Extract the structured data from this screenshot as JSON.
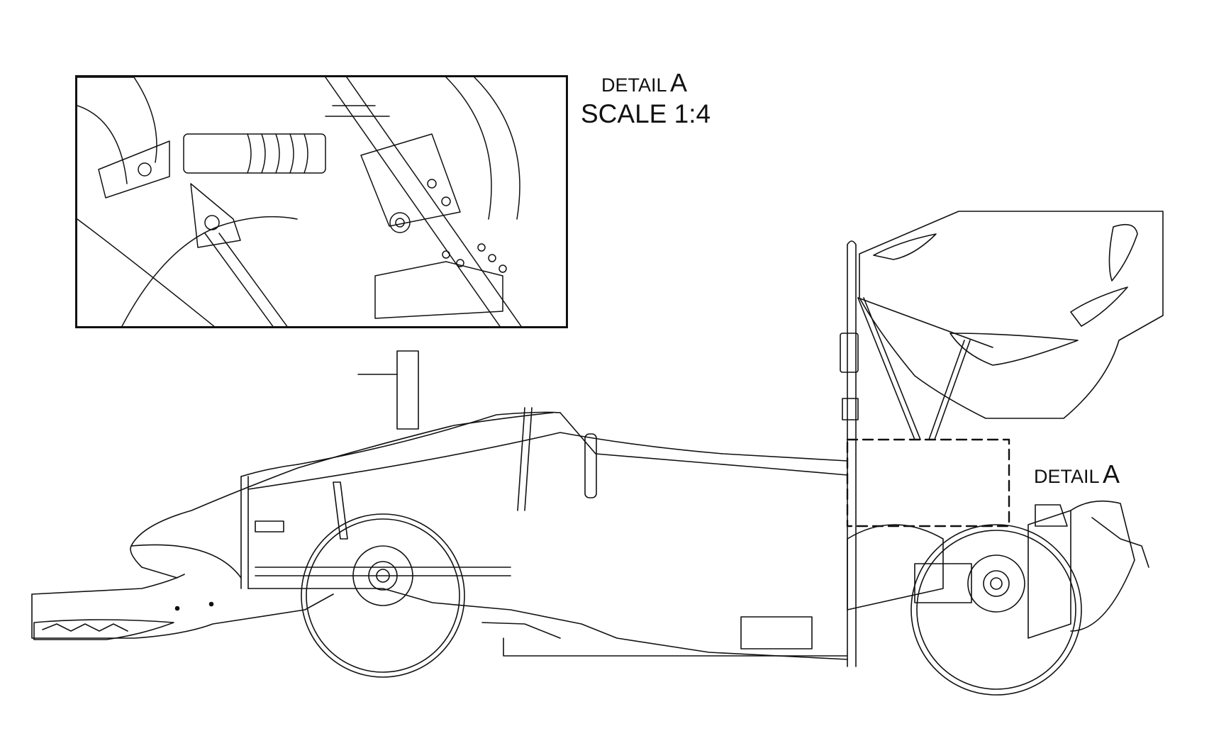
{
  "detail_heading": {
    "word": "DETAIL",
    "letter": "A"
  },
  "scale": "SCALE 1:4",
  "side_callout": {
    "word": "DETAIL",
    "letter": "A"
  },
  "colors": {
    "line": "#111111",
    "background": "#ffffff"
  }
}
